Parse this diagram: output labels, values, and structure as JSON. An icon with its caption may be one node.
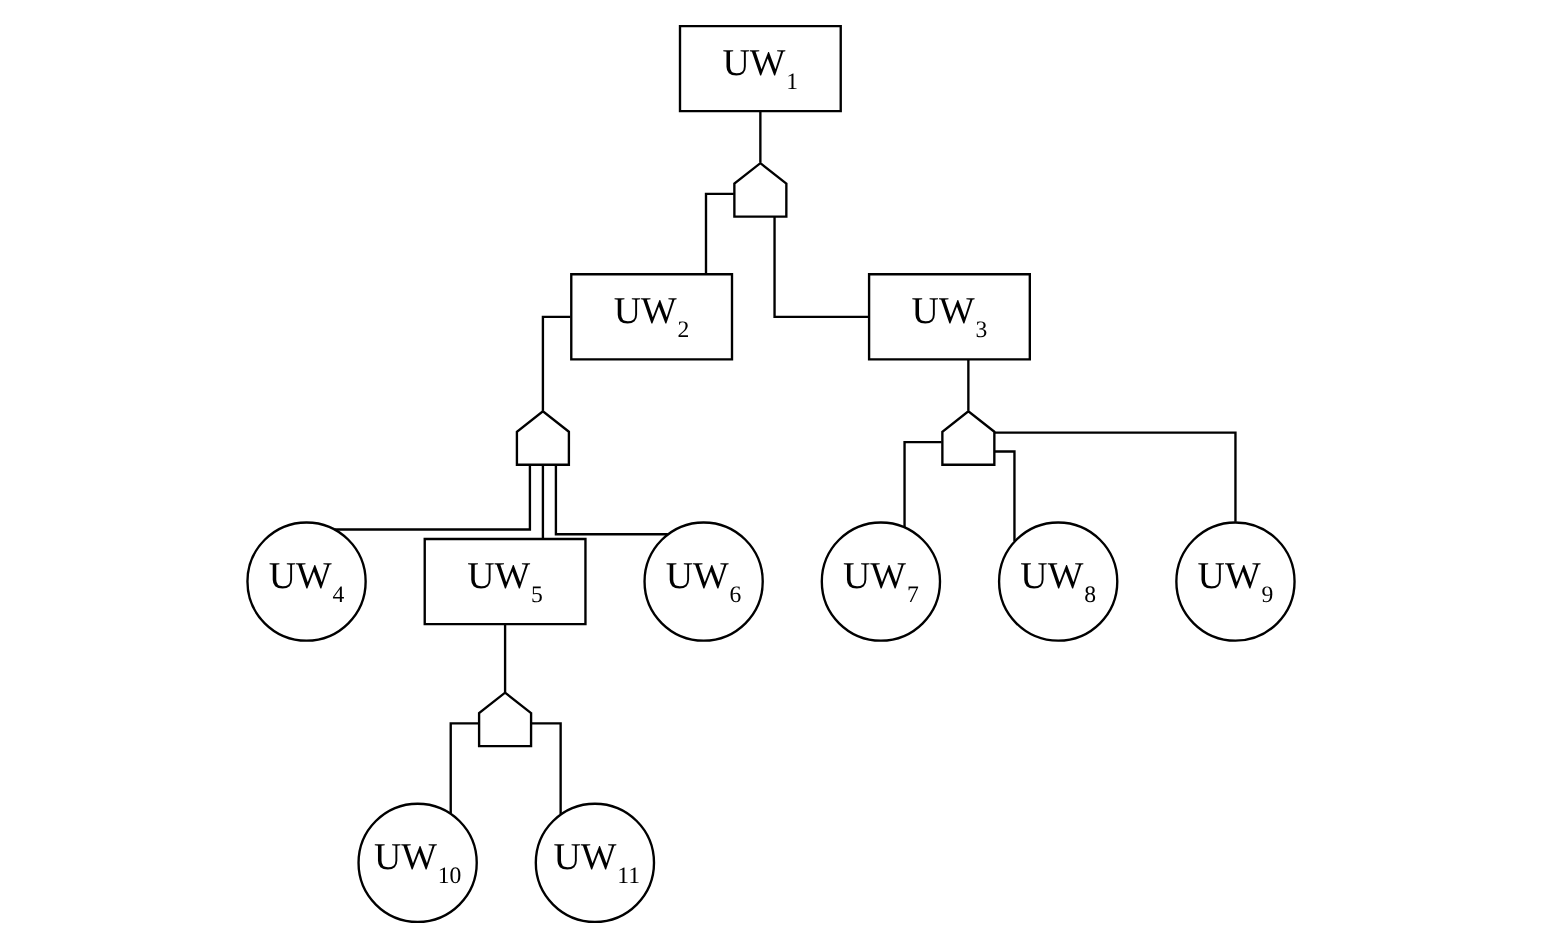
{
  "diagram": {
    "nodes": [
      {
        "text": [
          "UW$_{1}$"
        ]
      },
      {
        "text": [],
        "shape": "gate"
      },
      {
        "text": [
          "UW$_{2}$"
        ]
      },
      {
        "text": [
          "UW$_{3}$"
        ]
      },
      {
        "text": [],
        "shape": "gate"
      },
      {
        "text": [],
        "shape": "gate"
      },
      {
        "text": [
          "UW$_{4}$"
        ]
      },
      {
        "text": [
          "UW$_{5}$"
        ]
      },
      {
        "text": [
          "UW$_{6}$"
        ]
      },
      {
        "text": [
          "UW$_{7}$"
        ]
      },
      {
        "text": [
          "UW$_{8}$"
        ]
      },
      {
        "text": [
          "UW$_{9}$"
        ]
      },
      {
        "text": [],
        "shape": "gate"
      },
      {
        "text": [
          "UW$_{10}$"
        ]
      },
      {
        "text": [
          "UW$_{11}$"
        ]
      }
    ],
    "edges": [
      {
        "from": 0,
        "to": 1,
        "arrow": "none"
      },
      {
        "from": 1,
        "to": 2,
        "arrow": "none"
      },
      {
        "from": 1,
        "to": 3,
        "arrow": "none"
      },
      {
        "from": 2,
        "to": 4,
        "arrow": "none"
      },
      {
        "from": 3,
        "to": 5,
        "arrow": "none"
      },
      {
        "from": 4,
        "to": 6,
        "arrow": "none"
      },
      {
        "from": 4,
        "to": 7,
        "arrow": "none"
      },
      {
        "from": 4,
        "to": 8,
        "arrow": "none"
      },
      {
        "from": 5,
        "to": 9,
        "arrow": "none"
      },
      {
        "from": 5,
        "to": 10,
        "arrow": "none"
      },
      {
        "from": 5,
        "to": 11,
        "arrow": "none"
      },
      {
        "from": 7,
        "to": 12,
        "arrow": "none"
      },
      {
        "from": 12,
        "to": 13,
        "arrow": "none"
      },
      {
        "from": 12,
        "to": 14,
        "arrow": "none"
      }
    ]
  }
}
